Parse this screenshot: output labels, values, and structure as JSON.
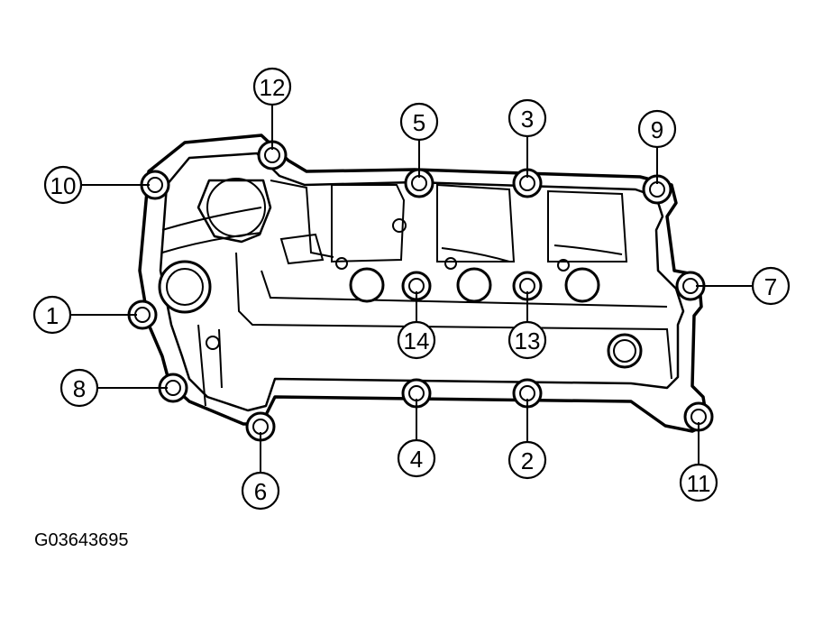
{
  "figure": {
    "caption": "G03643695",
    "bolt_labels": {
      "b1": "1",
      "b2": "2",
      "b3": "3",
      "b4": "4",
      "b5": "5",
      "b6": "6",
      "b7": "7",
      "b8": "8",
      "b9": "9",
      "b10": "10",
      "b11": "11",
      "b12": "12",
      "b13": "13",
      "b14": "14"
    }
  }
}
